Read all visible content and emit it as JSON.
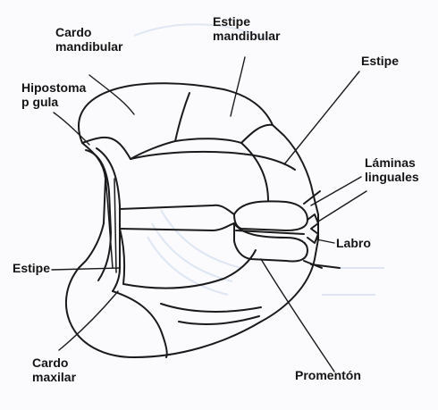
{
  "labels": {
    "cardo_mandibular": [
      "Cardo",
      "mandibular"
    ],
    "estipe_mandibular": [
      "Estipe",
      "mandibular"
    ],
    "estipe_top": "Estipe",
    "hipostoma": [
      "Hipostoma",
      "p gula"
    ],
    "laminas": [
      "Láminas",
      "linguales"
    ],
    "labro": "Labro",
    "estipe_left": "Estipe",
    "cardo_maxilar": [
      "Cardo",
      "maxilar"
    ],
    "promenton": "Promentón"
  },
  "colors": {
    "ink": "#1a1a1a",
    "background": "#fbfbfd",
    "faint_print": "#c9d6ea"
  }
}
